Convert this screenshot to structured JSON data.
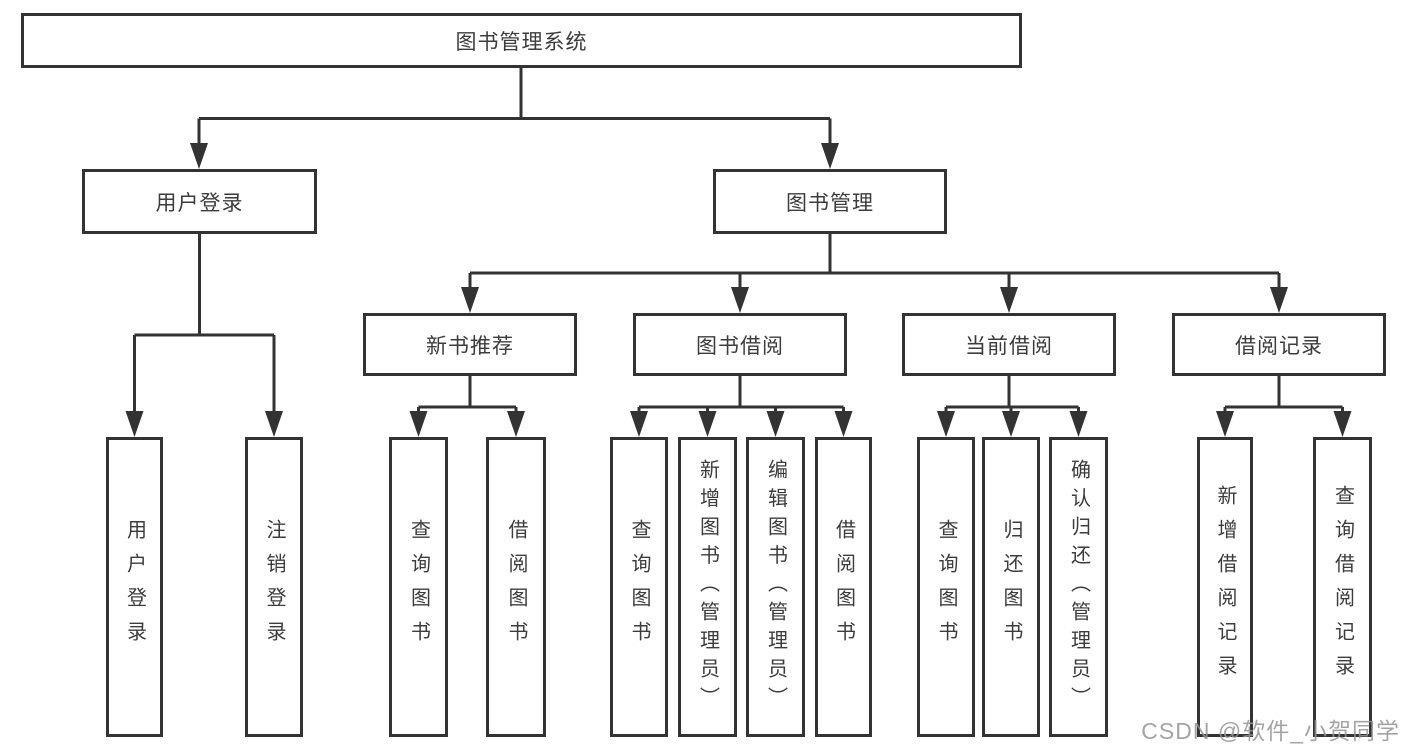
{
  "diagram": {
    "type": "hierarchy-tree",
    "colors": {
      "line": "#333333",
      "text": "#3c3c3c",
      "box_background": "#ffffff",
      "watermark": "#949494"
    },
    "nodes": {
      "root": {
        "label": "图书管理系统"
      },
      "user_login": {
        "label": "用户登录"
      },
      "book_mgmt": {
        "label": "图书管理"
      },
      "new_book_rec": {
        "label": "新书推荐"
      },
      "book_borrow": {
        "label": "图书借阅"
      },
      "current_borrow": {
        "label": "当前借阅"
      },
      "borrow_records": {
        "label": "借阅记录"
      },
      "leaf_user_login": {
        "label": "用户登录"
      },
      "leaf_logout": {
        "label": "注销登录"
      },
      "leaf_nbr_query": {
        "label": "查询图书"
      },
      "leaf_nbr_borrow": {
        "label": "借阅图书"
      },
      "leaf_bb_query": {
        "label": "查询图书"
      },
      "leaf_bb_add": {
        "label": "新增图书（管理员）"
      },
      "leaf_bb_edit": {
        "label": "编辑图书（管理员）"
      },
      "leaf_bb_borrow": {
        "label": "借阅图书"
      },
      "leaf_cb_query": {
        "label": "查询图书"
      },
      "leaf_cb_return": {
        "label": "归还图书"
      },
      "leaf_cb_confirm": {
        "label": "确认归还（管理员）"
      },
      "leaf_br_add": {
        "label": "新增借阅记录"
      },
      "leaf_br_query": {
        "label": "查询借阅记录"
      }
    },
    "hierarchy": {
      "图书管理系统": {
        "用户登录": [
          "用户登录",
          "注销登录"
        ],
        "图书管理": {
          "新书推荐": [
            "查询图书",
            "借阅图书"
          ],
          "图书借阅": [
            "查询图书",
            "新增图书（管理员）",
            "编辑图书（管理员）",
            "借阅图书"
          ],
          "当前借阅": [
            "查询图书",
            "归还图书",
            "确认归还（管理员）"
          ],
          "借阅记录": [
            "新增借阅记录",
            "查询借阅记录"
          ]
        }
      }
    },
    "watermark": "CSDN @软件_小贺同学"
  }
}
